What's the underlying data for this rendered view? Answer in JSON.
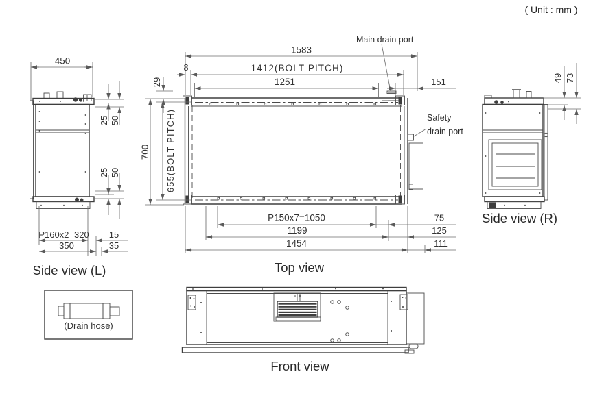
{
  "note": {
    "units": "( Unit : mm )"
  },
  "views": {
    "side_l": {
      "label": "Side view (L)"
    },
    "top": {
      "label": "Top view"
    },
    "side_r": {
      "label": "Side view (R)"
    },
    "front": {
      "label": "Front view"
    },
    "drain_hose": {
      "label": "(Drain hose)"
    }
  },
  "annotations": {
    "main_drain_port": "Main drain port",
    "safety_drain_port_line1": "Safety",
    "safety_drain_port_line2": "drain port"
  },
  "dimensions": {
    "side_l": {
      "width_450": "450",
      "top_25": "25",
      "top_50": "50",
      "bottom_25": "25",
      "bottom_50": "50",
      "pitch_320": "P160x2=320",
      "width_350": "350",
      "offset_15": "15",
      "offset_35": "35"
    },
    "top": {
      "overall_1583": "1583",
      "bolt_pitch_1412": "1412(BOLT PITCH)",
      "inner_1251": "1251",
      "offset_8": "8",
      "right_151": "151",
      "flange_29": "29",
      "depth_700": "700",
      "bolt_pitch_655": "655(BOLT PITCH)",
      "pitch_1050": "P150x7=1050",
      "right_75": "75",
      "inner_1199": "1199",
      "right_125": "125",
      "body_1454": "1454",
      "right_111": "111"
    },
    "side_r": {
      "top_49": "49",
      "top_73": "73"
    }
  }
}
